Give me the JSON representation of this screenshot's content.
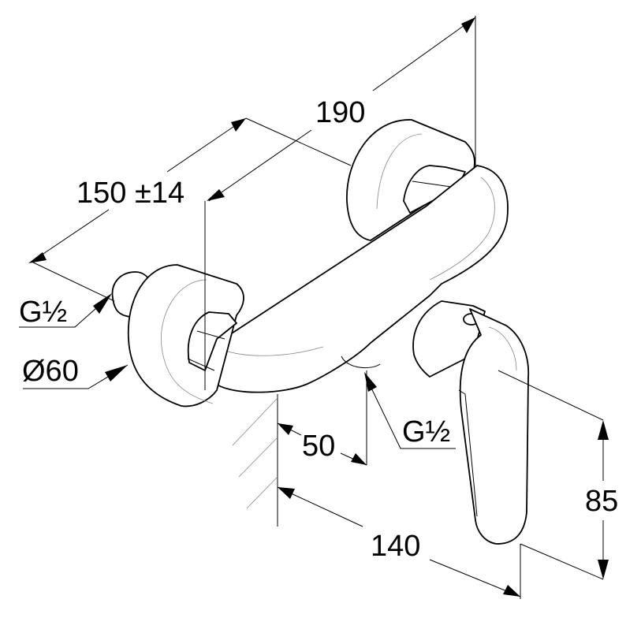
{
  "drawing": {
    "subject": "Single-lever shower mixer, wall mounted",
    "dimensions": {
      "overall_depth": "190",
      "centre_distance": "150 ±14",
      "connection_inlet": "G½",
      "rosette_diameter": "Ø60",
      "outlet_offset": "50",
      "outlet_thread": "G½",
      "projection": "140",
      "lever_height": "85"
    },
    "colors": {
      "line": "#000000",
      "hidden_line": "#888888",
      "background": "#ffffff"
    }
  }
}
